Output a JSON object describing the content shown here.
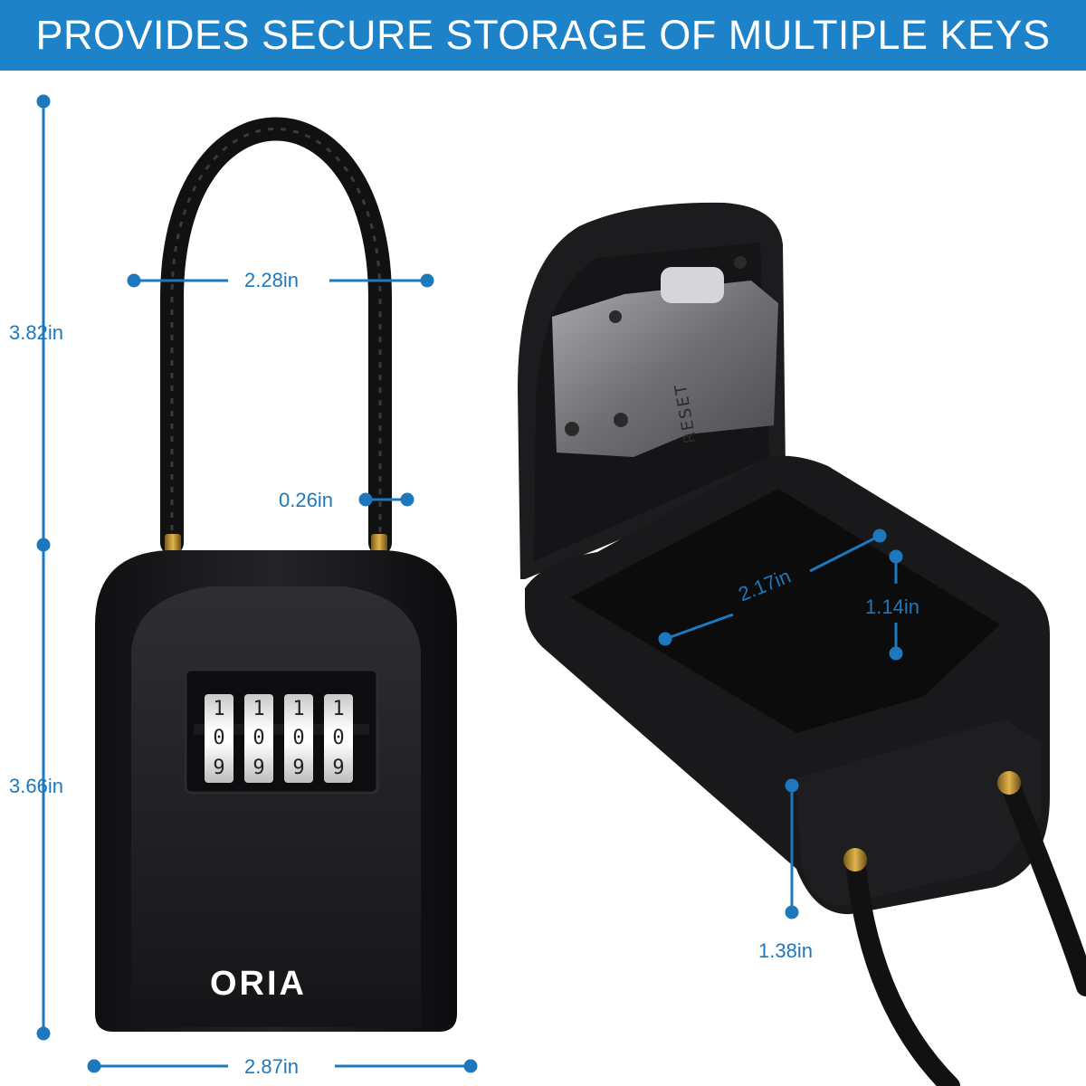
{
  "banner": {
    "title": "PROVIDES SECURE STORAGE OF MULTIPLE KEYS"
  },
  "brand": "ORIA",
  "dial_digits": [
    {
      "top": "1",
      "mid": "0",
      "bot": "9"
    },
    {
      "top": "1",
      "mid": "0",
      "bot": "9"
    },
    {
      "top": "1",
      "mid": "0",
      "bot": "9"
    },
    {
      "top": "1",
      "mid": "0",
      "bot": "9"
    }
  ],
  "reset_label": "RESET",
  "dimensions": {
    "shackle_width": "2.28in",
    "cable_diameter": "0.26in",
    "total_height": "3.82in",
    "body_height": "3.66in",
    "body_width": "2.87in",
    "interior_width": "2.17in",
    "interior_depth": "1.14in",
    "body_depth": "1.38in"
  },
  "colors": {
    "accent": "#1d82c8",
    "dimension": "#1d78bd",
    "product": "#1b1b1d"
  }
}
